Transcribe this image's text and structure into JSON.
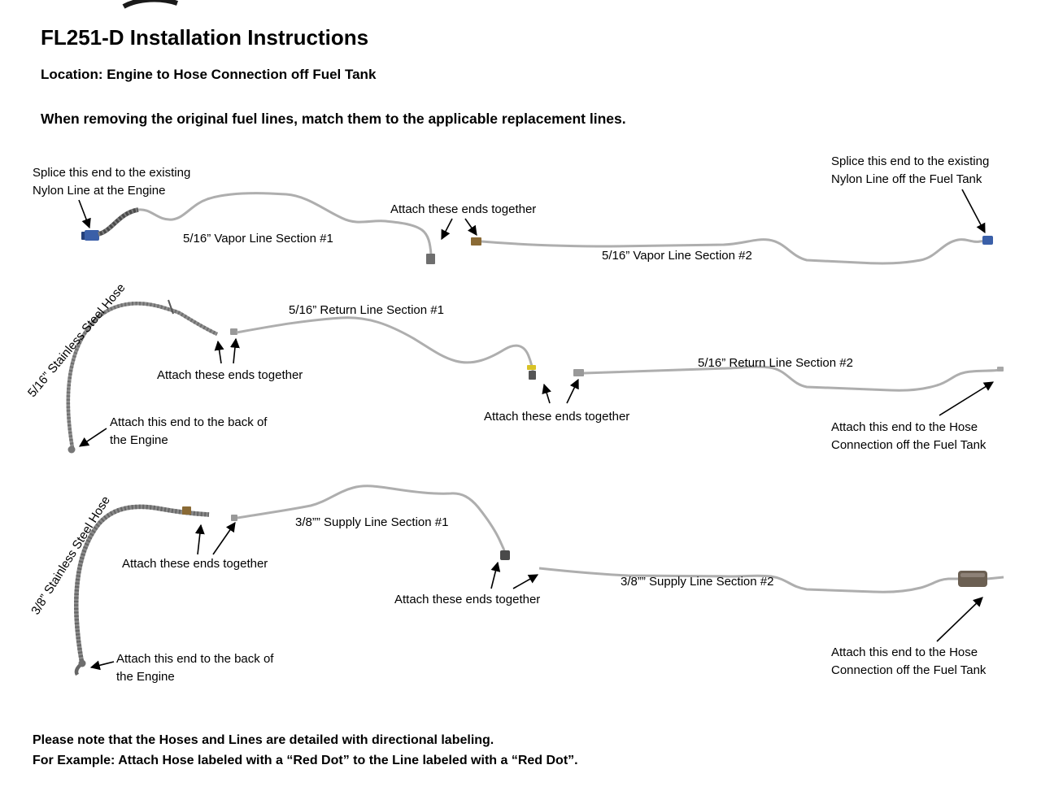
{
  "header": {
    "title": "FL251-D Installation Instructions",
    "location": "Location: Engine to Hose Connection off Fuel Tank",
    "intro": "When removing the original fuel lines, match them to the applicable replacement lines."
  },
  "vapor": {
    "splice_engine": "Splice this end to the existing\nNylon Line at the Engine",
    "section1_label": "5/16” Vapor Line Section #1",
    "attach_ends": "Attach these ends together",
    "section2_label": "5/16” Vapor Line Section #2",
    "splice_tank": "Splice this end to the existing\nNylon Line off the Fuel Tank"
  },
  "return": {
    "hose_label": "5/16” Stainless Steel Hose",
    "section1_label": "5/16” Return Line Section #1",
    "attach_ends_left": "Attach these ends together",
    "attach_engine": "Attach this end to the back of\nthe Engine",
    "attach_ends_mid": "Attach these ends together",
    "section2_label": "5/16” Return Line Section #2",
    "attach_tank": "Attach this end to the Hose\nConnection off the Fuel Tank"
  },
  "supply": {
    "hose_label": "3/8” Stainless Steel Hose",
    "section1_label": "3/8”” Supply Line Section #1",
    "attach_ends_left": "Attach these ends together",
    "attach_ends_mid": "Attach these ends together",
    "section2_label": "3/8”” Supply Line Section #2",
    "attach_engine": "Attach this end to the back of\nthe Engine",
    "attach_tank": "Attach this end to the Hose\nConnection off the Fuel Tank"
  },
  "notes": {
    "line1": "Please note that the Hoses and Lines are detailed with directional labeling.",
    "line2": "For Example: Attach Hose labeled with a “Red Dot” to the Line labeled with a “Red Dot”."
  },
  "colors": {
    "blue_fitting": "#3a5fa8",
    "blue_fitting_dark": "#24407a",
    "yellow_band": "#d8c226",
    "brass_fitting": "#8a6a35",
    "line_gray": "#aeaeae",
    "hose_gray": "#8a8a8a",
    "dark_hose": "#4a4a4a",
    "fitting_gray": "#6e6e6e",
    "filter_body": "#6b5f52"
  }
}
